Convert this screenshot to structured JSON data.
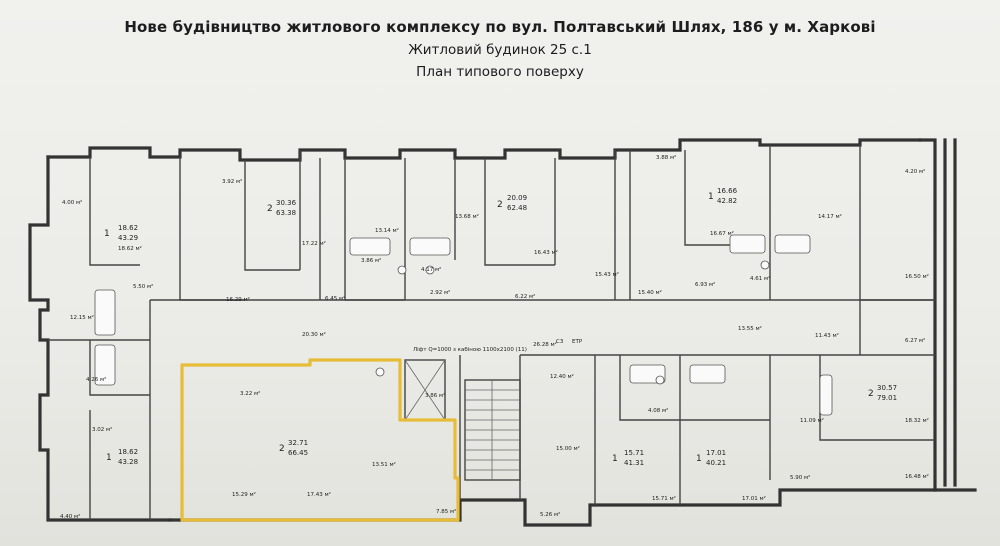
{
  "header": {
    "title": "Нове будівництво житлового комплексу по вул. Полтавський Шлях, 186 у м. Харкові",
    "subtitle": "Житловий будинок 25 с.1",
    "plan_name": "План типового поверху"
  },
  "apartments": [
    {
      "id": "apt-nw",
      "rooms": "1",
      "living": "18.62",
      "total": "43.29"
    },
    {
      "id": "apt-n2",
      "rooms": "2",
      "living": "30.36",
      "total": "63.38"
    },
    {
      "id": "apt-n3",
      "rooms": "2",
      "living": "20.09",
      "total": "62.48"
    },
    {
      "id": "apt-ne",
      "rooms": "1",
      "living": "16.66",
      "total": "42.82"
    },
    {
      "id": "apt-sw",
      "rooms": "1",
      "living": "18.62",
      "total": "43.28"
    },
    {
      "id": "apt-hl",
      "rooms": "2",
      "living": "32.71",
      "total": "66.45"
    },
    {
      "id": "apt-s1",
      "rooms": "1",
      "living": "15.71",
      "total": "41.31"
    },
    {
      "id": "apt-s2",
      "rooms": "1",
      "living": "17.01",
      "total": "40.21"
    },
    {
      "id": "apt-e",
      "rooms": "2",
      "living": "30.57",
      "total": "79.01"
    }
  ],
  "room_areas": [
    {
      "t": "4.00 м²"
    },
    {
      "t": "18.62 м²"
    },
    {
      "t": "5.50 м²"
    },
    {
      "t": "3.92 м²"
    },
    {
      "t": "16.29 м²"
    },
    {
      "t": "17.22 м²"
    },
    {
      "t": "13.14 м²"
    },
    {
      "t": "6.45 м²"
    },
    {
      "t": "13.68 м²"
    },
    {
      "t": "3.86 м²"
    },
    {
      "t": "4.17 м²"
    },
    {
      "t": "2.92 м²"
    },
    {
      "t": "16.43 м²"
    },
    {
      "t": "6.22 м²"
    },
    {
      "t": "15.43 м²"
    },
    {
      "t": "15.40 м²"
    },
    {
      "t": "3.88 м²"
    },
    {
      "t": "16.67 м²"
    },
    {
      "t": "6.93 м²"
    },
    {
      "t": "4.61 м²"
    },
    {
      "t": "14.17 м²"
    },
    {
      "t": "4.20 м²"
    },
    {
      "t": "16.50 м²"
    },
    {
      "t": "13.55 м²"
    },
    {
      "t": "11.43 м²"
    },
    {
      "t": "20.30 м²"
    },
    {
      "t": "12.15 м²"
    },
    {
      "t": "4.26 м²"
    },
    {
      "t": "3.22 м²"
    },
    {
      "t": "13.51 м²"
    },
    {
      "t": "15.29 м²"
    },
    {
      "t": "17.43 м²"
    },
    {
      "t": "7.85 м²"
    },
    {
      "t": "3.86 м²"
    },
    {
      "t": "12.40 м²"
    },
    {
      "t": "15.00 м²"
    },
    {
      "t": "4.08 м²"
    },
    {
      "t": "15.71 м²"
    },
    {
      "t": "17.01 м²"
    },
    {
      "t": "5.90 м²"
    },
    {
      "t": "11.09 м²"
    },
    {
      "t": "18.32 м²"
    },
    {
      "t": "16.48 м²"
    },
    {
      "t": "5.26 м²"
    },
    {
      "t": "4.40 м²"
    },
    {
      "t": "26.28 м²"
    },
    {
      "t": "6.27 м²"
    },
    {
      "t": "3.02 м²"
    }
  ],
  "notes": {
    "lift": "Ліфт Q=1000 з кабіною 1100х2100 (11)",
    "c3": "С3",
    "etp": "ЕТР"
  }
}
